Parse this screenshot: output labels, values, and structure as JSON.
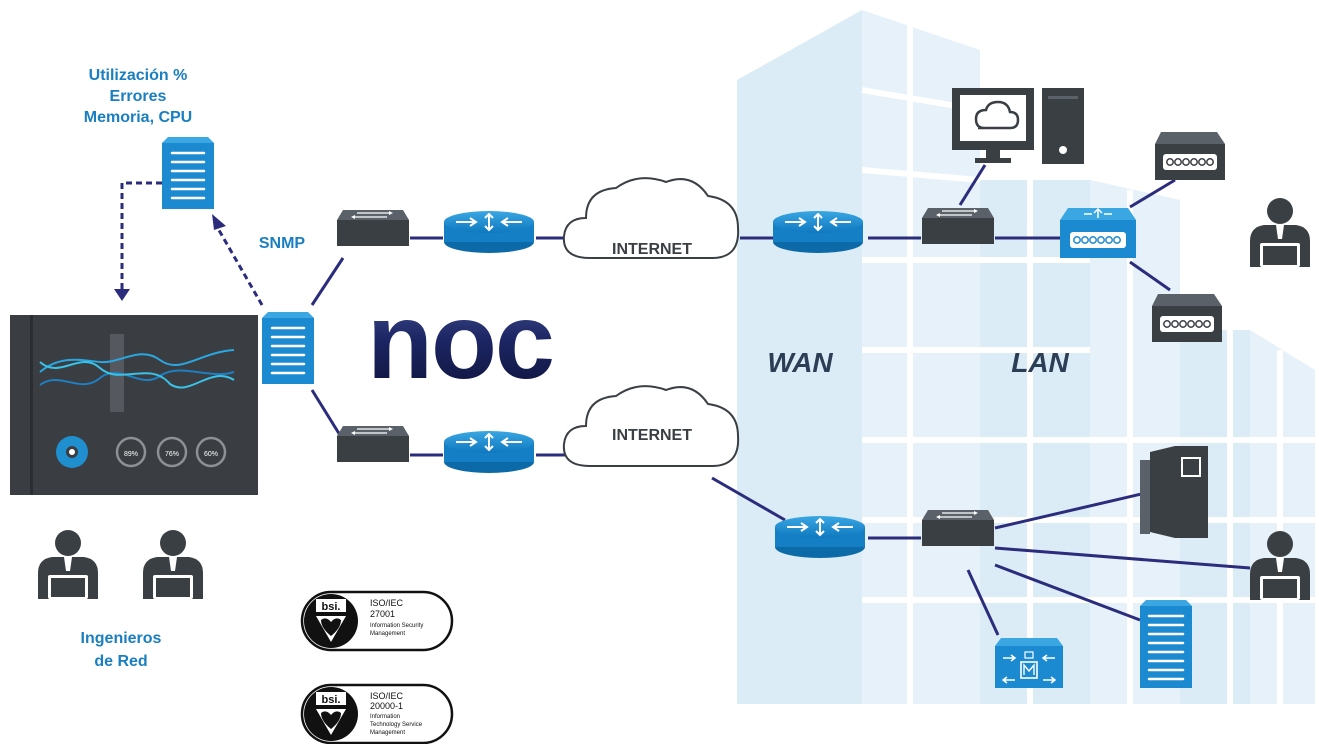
{
  "metrics_label": {
    "line1": "Utilización %",
    "line2": "Errores",
    "line3": "Memoria, CPU"
  },
  "snmp_label": "SNMP",
  "noc_logo_text": "noc",
  "cloud_top_label": "INTERNET",
  "cloud_bottom_label": "INTERNET",
  "wan_label": "WAN",
  "lan_label": "LAN",
  "engineers_label": {
    "line1": "Ingenieros",
    "line2": "de Red"
  },
  "dashboard": {
    "gauges": [
      "89%",
      "76%",
      "60%"
    ]
  },
  "certifications": [
    {
      "logo": "bsi.",
      "standard": "ISO/IEC",
      "number": "27001",
      "desc": [
        "Information Security",
        "Management"
      ]
    },
    {
      "logo": "bsi.",
      "standard": "ISO/IEC",
      "number": "20000-1",
      "desc": [
        "Information",
        "Technology Service",
        "Management"
      ]
    }
  ],
  "colors": {
    "accent_blue": "#1f8fcf",
    "label_blue": "#1a7fc1",
    "link_navy": "#2b2d7c",
    "device_dark": "#3a3f44",
    "building_light": "#dcecf6",
    "wan_lan_text": "#2c3e55"
  }
}
